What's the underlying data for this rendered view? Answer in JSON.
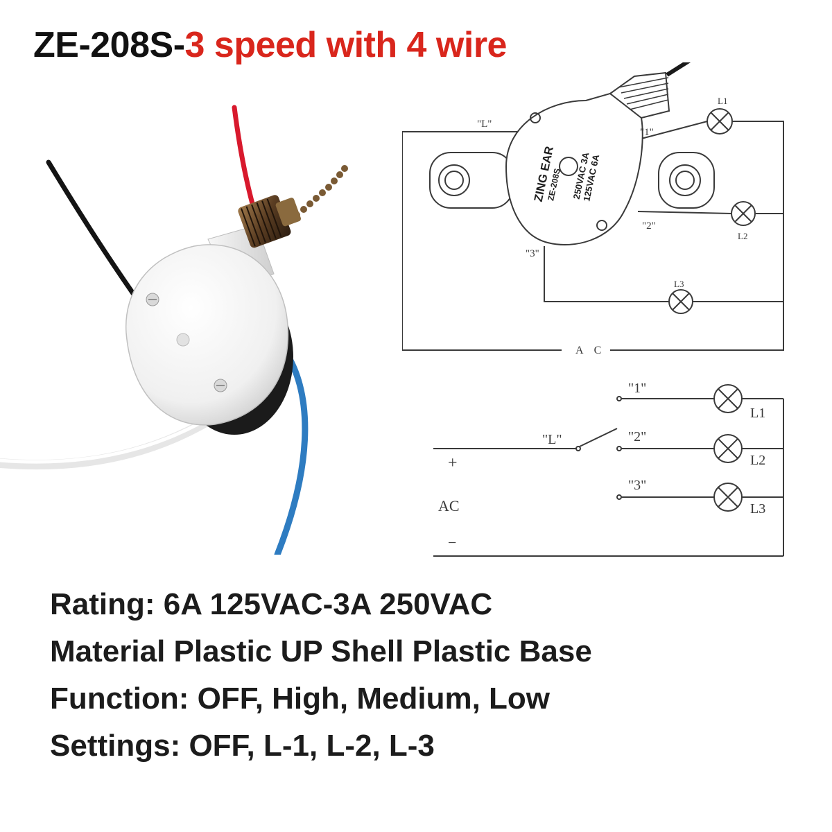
{
  "header": {
    "model": "ZE-208S-",
    "variant": "3 speed with 4 wire",
    "model_color": "#111111",
    "variant_color": "#d9261c"
  },
  "switch_photo": {
    "wire_colors": {
      "red": "#d8192d",
      "black": "#141414",
      "blue": "#2e7cc1",
      "white": "#f2f2f2"
    }
  },
  "wiring_diagram": {
    "terminals": {
      "line": "\"L\"",
      "t1": "\"1\"",
      "t2": "\"2\"",
      "t3": "\"3\""
    },
    "lamps": [
      "L1",
      "L2",
      "L3"
    ],
    "supply": "A C",
    "switch_face": {
      "brand": "ZING EAR",
      "model": "ZE-208S",
      "voltage_high": "250VAC",
      "voltage_low": "125VAC",
      "current_high": "3A",
      "current_low": "6A"
    }
  },
  "schematic": {
    "line": "\"L\"",
    "terminals": [
      "\"1\"",
      "\"2\"",
      "\"3\""
    ],
    "lamps": [
      "L1",
      "L2",
      "L3"
    ],
    "plus": "+",
    "minus": "−",
    "supply": "AC"
  },
  "specs": [
    "Rating: 6A 125VAC-3A 250VAC",
    "Material Plastic UP Shell Plastic Base",
    "Function: OFF, High, Medium, Low",
    "Settings: OFF, L-1, L-2, L-3"
  ]
}
